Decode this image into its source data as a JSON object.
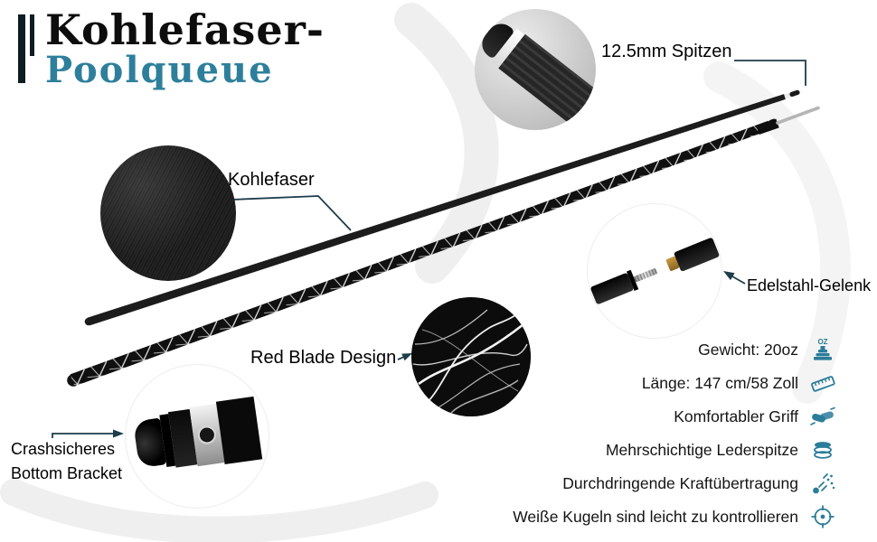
{
  "title": {
    "line1": "Kohlefaser-",
    "line2": "Poolqueue"
  },
  "callouts": {
    "tip_label": "12.5mm Spitzen",
    "carbon_label": "Kohlefaser",
    "blade_label": "Red Blade Design",
    "joint_label": "Edelstahl-Gelenk",
    "bracket_label_line1": "Crashsicheres",
    "bracket_label_line2": "Bottom Bracket"
  },
  "features": {
    "weight_icon_text": "OZ",
    "items": [
      {
        "label": "Gewicht: 20oz",
        "icon": "weight-oz-icon"
      },
      {
        "label": "Länge: 147 cm/58 Zoll",
        "icon": "ruler-icon"
      },
      {
        "label": "Komfortabler Griff",
        "icon": "handshake-icon"
      },
      {
        "label": "Mehrschichtige Lederspitze",
        "icon": "layered-tip-icon"
      },
      {
        "label": "Durchdringende Kraftübertragung",
        "icon": "impact-icon"
      },
      {
        "label": "Weiße Kugeln sind leicht zu kontrollieren",
        "icon": "target-icon"
      }
    ]
  },
  "colors": {
    "accent_teal": "#2e7f9c",
    "title_black": "#0d0d0d",
    "callout_line": "#1d3d4a",
    "background": "#ffffff"
  }
}
